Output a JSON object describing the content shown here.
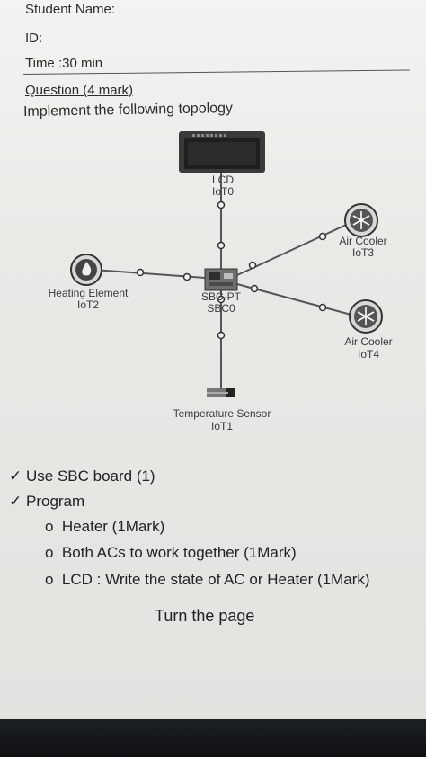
{
  "header": {
    "student_name": "Student Name:",
    "id": "ID:",
    "time": "Time :30 min",
    "question": "Question (4 mark)",
    "instruction": "Implement the following topology"
  },
  "diagram": {
    "lcd_label": "LCD",
    "lcd_id": "IoT0",
    "sbc_label": "SBC-PT",
    "sbc_id": "SBC0",
    "heating_label": "Heating Element",
    "heating_id": "IoT2",
    "cooler3_label": "Air Cooler",
    "cooler3_id": "IoT3",
    "cooler4_label": "Air Cooler",
    "cooler4_id": "IoT4",
    "sensor_label": "Temperature Sensor",
    "sensor_id": "IoT1"
  },
  "requirements": {
    "items": [
      {
        "mark": "✓",
        "text": "Use SBC board (1)"
      },
      {
        "mark": "✓",
        "text": "Program"
      }
    ],
    "sub_items": [
      {
        "mark": "o",
        "text": "Heater (1Mark)"
      },
      {
        "mark": "o",
        "text": "Both ACs to work together (1Mark)"
      },
      {
        "mark": "o",
        "text": "LCD : Write the state of AC or Heater (1Mark)"
      }
    ]
  },
  "footer": {
    "turn_page": "Turn the page"
  }
}
